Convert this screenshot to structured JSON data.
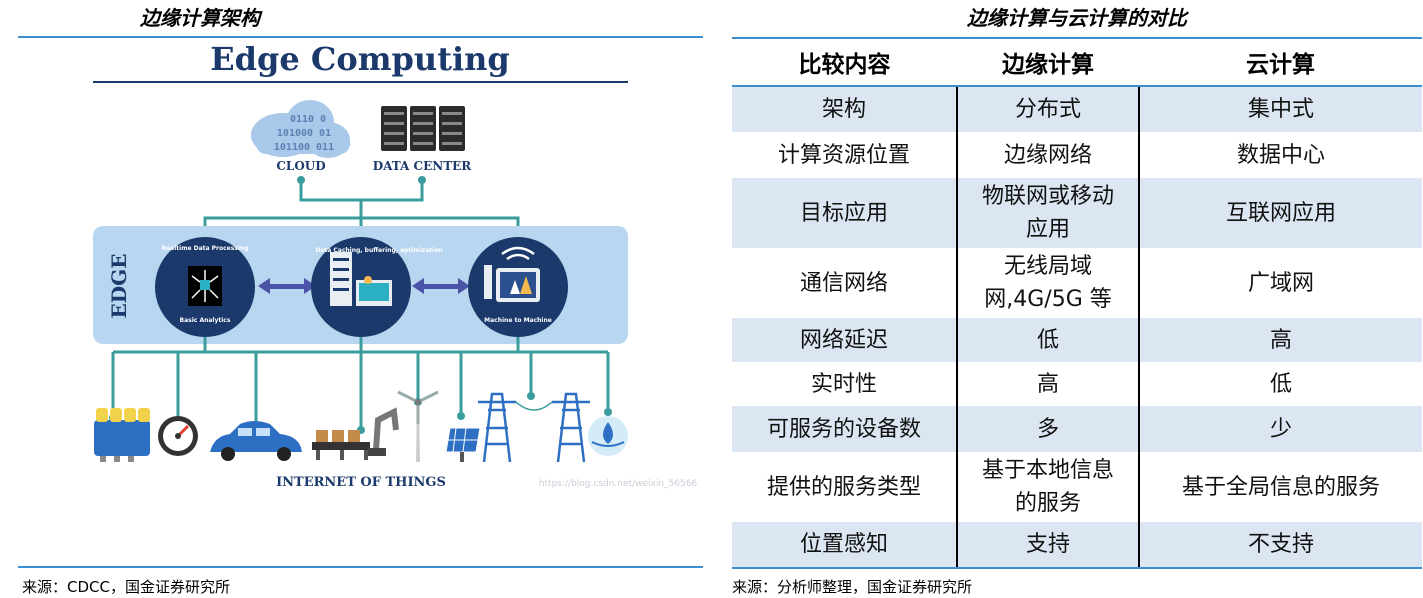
{
  "left_panel": {
    "title": "边缘计算架构",
    "source": "来源：CDCC，国金证券研究所",
    "diagram": {
      "heading": "Edge Computing",
      "cloud_label": "CLOUD",
      "datacenter_label": "DATA CENTER",
      "edge_label": "EDGE",
      "node1_top": "Realtime Data Processing",
      "node1_bottom": "Basic Analytics",
      "node2_top": "Data Caching, buffering, optimization",
      "node3_bottom": "Machine to Machine",
      "iot_label": "INTERNET OF THINGS",
      "binary_rows": [
        "0110 0",
        "101000 01",
        "101100 011"
      ],
      "watermark": "https://blog.csdn.net/weixin_56566"
    }
  },
  "right_panel": {
    "title": "边缘计算与云计算的对比",
    "source": "来源：分析师整理，国金证券研究所",
    "table": {
      "headers": [
        "比较内容",
        "边缘计算",
        "云计算"
      ],
      "rows": [
        {
          "c1": "架构",
          "c2": "分布式",
          "c3": "集中式",
          "h": 46
        },
        {
          "c1": "计算资源位置",
          "c2": "边缘网络",
          "c3": "数据中心",
          "h": 46
        },
        {
          "c1": "目标应用",
          "c2": "物联网或移动应用",
          "c3": "互联网应用",
          "h": 70
        },
        {
          "c1": "通信网络",
          "c2": "无线局域网,4G/5G 等",
          "c3": "广域网",
          "h": 70
        },
        {
          "c1": "网络延迟",
          "c2": "低",
          "c3": "高",
          "h": 44
        },
        {
          "c1": "实时性",
          "c2": "高",
          "c3": "低",
          "h": 44
        },
        {
          "c1": "可服务的设备数",
          "c2": "多",
          "c3": "少",
          "h": 46
        },
        {
          "c1": "提供的服务类型",
          "c2": "基于本地信息的服务",
          "c3": "基于全局信息的服务",
          "h": 70
        },
        {
          "c1": "位置感知",
          "c2": "支持",
          "c3": "不支持",
          "h": 46
        }
      ]
    }
  },
  "colors": {
    "accent_blue": "#3b8fd1",
    "navy": "#1b3a6b",
    "teal": "#3a9c9c",
    "edge_band": "#b8d6ef",
    "table_stripe": "#dce6f2"
  }
}
